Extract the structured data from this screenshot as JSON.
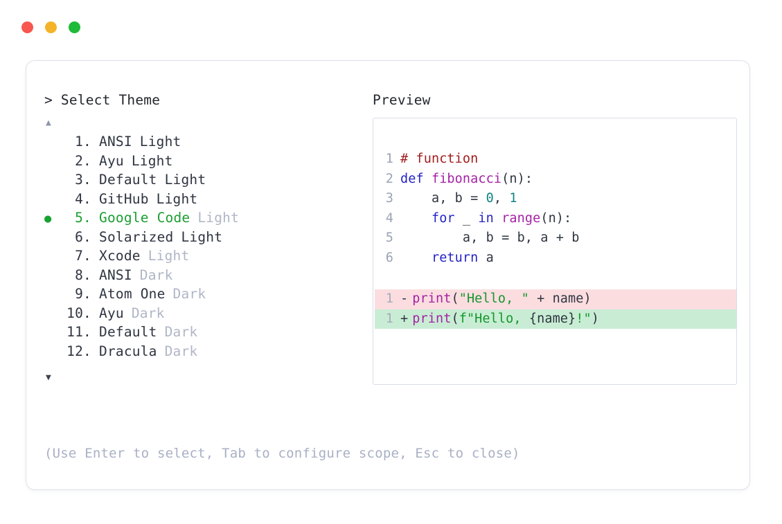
{
  "window": {
    "controls": [
      {
        "name": "close",
        "color": "#F7574E"
      },
      {
        "name": "minimize",
        "color": "#F4B429"
      },
      {
        "name": "maximize",
        "color": "#1FBB38"
      }
    ]
  },
  "left_panel": {
    "prompt": "> Select Theme",
    "scroll_up_glyph": "▲",
    "scroll_down_glyph": "▼",
    "selected_bullet": "●",
    "selected_index": 5,
    "items": [
      {
        "number": "1.",
        "name": "ANSI",
        "variant": "Light",
        "selected": false,
        "variant_muted": false
      },
      {
        "number": "2.",
        "name": "Ayu",
        "variant": "Light",
        "selected": false,
        "variant_muted": false
      },
      {
        "number": "3.",
        "name": "Default",
        "variant": "Light",
        "selected": false,
        "variant_muted": false
      },
      {
        "number": "4.",
        "name": "GitHub",
        "variant": "Light",
        "selected": false,
        "variant_muted": false
      },
      {
        "number": "5.",
        "name": "Google Code",
        "variant": "Light",
        "selected": true,
        "variant_muted": true
      },
      {
        "number": "6.",
        "name": "Solarized",
        "variant": "Light",
        "selected": false,
        "variant_muted": false
      },
      {
        "number": "7.",
        "name": "Xcode",
        "variant": "Light",
        "selected": false,
        "variant_muted": true
      },
      {
        "number": "8.",
        "name": "ANSI",
        "variant": "Dark",
        "selected": false,
        "variant_muted": true
      },
      {
        "number": "9.",
        "name": "Atom One",
        "variant": "Dark",
        "selected": false,
        "variant_muted": true
      },
      {
        "number": "10.",
        "name": "Ayu",
        "variant": "Dark",
        "selected": false,
        "variant_muted": true
      },
      {
        "number": "11.",
        "name": "Default",
        "variant": "Dark",
        "selected": false,
        "variant_muted": true
      },
      {
        "number": "12.",
        "name": "Dracula",
        "variant": "Dark",
        "selected": false,
        "variant_muted": true
      }
    ],
    "hint": "(Use Enter to select, Tab to configure scope, Esc to close)"
  },
  "right_panel": {
    "label": "Preview",
    "code_lines": [
      {
        "num": "1",
        "tokens": [
          {
            "t": "# function",
            "c": "com"
          }
        ]
      },
      {
        "num": "2",
        "tokens": [
          {
            "t": "def ",
            "c": "kw"
          },
          {
            "t": "fibonacci",
            "c": "fn"
          },
          {
            "t": "(n):",
            "c": "txt"
          }
        ]
      },
      {
        "num": "3",
        "tokens": [
          {
            "t": "    a, b = ",
            "c": "txt"
          },
          {
            "t": "0",
            "c": "num"
          },
          {
            "t": ", ",
            "c": "txt"
          },
          {
            "t": "1",
            "c": "num"
          }
        ]
      },
      {
        "num": "4",
        "tokens": [
          {
            "t": "    ",
            "c": "txt"
          },
          {
            "t": "for",
            "c": "kw"
          },
          {
            "t": " _ ",
            "c": "txt"
          },
          {
            "t": "in",
            "c": "kw"
          },
          {
            "t": " ",
            "c": "txt"
          },
          {
            "t": "range",
            "c": "fn"
          },
          {
            "t": "(n):",
            "c": "txt"
          }
        ]
      },
      {
        "num": "5",
        "tokens": [
          {
            "t": "        a, b = b, a + b",
            "c": "txt"
          }
        ]
      },
      {
        "num": "6",
        "tokens": [
          {
            "t": "    ",
            "c": "txt"
          },
          {
            "t": "return",
            "c": "kw"
          },
          {
            "t": " a",
            "c": "txt"
          }
        ]
      }
    ],
    "diff_lines": [
      {
        "num": "1",
        "sign": "-",
        "kind": "del",
        "tokens": [
          {
            "t": "print",
            "c": "fn"
          },
          {
            "t": "(",
            "c": "txt"
          },
          {
            "t": "\"Hello, \"",
            "c": "str"
          },
          {
            "t": " + name)",
            "c": "txt"
          }
        ]
      },
      {
        "num": "1",
        "sign": "+",
        "kind": "add",
        "tokens": [
          {
            "t": "print",
            "c": "fn"
          },
          {
            "t": "(",
            "c": "txt"
          },
          {
            "t": "f\"Hello, ",
            "c": "str"
          },
          {
            "t": "{name}",
            "c": "txt"
          },
          {
            "t": "!\"",
            "c": "str"
          },
          {
            "t": ")",
            "c": "txt"
          }
        ]
      }
    ]
  },
  "colors": {
    "comment": "#A01E1E",
    "keyword": "#2424C4",
    "function": "#A522A5",
    "number": "#128484",
    "string": "#15962D",
    "text": "#2E3440",
    "muted": "#AFB6C6",
    "accent_green": "#1B9E31",
    "diff_del_bg": "#FBDDE0",
    "diff_add_bg": "#C9EDD4",
    "border": "#DDE0E8"
  }
}
